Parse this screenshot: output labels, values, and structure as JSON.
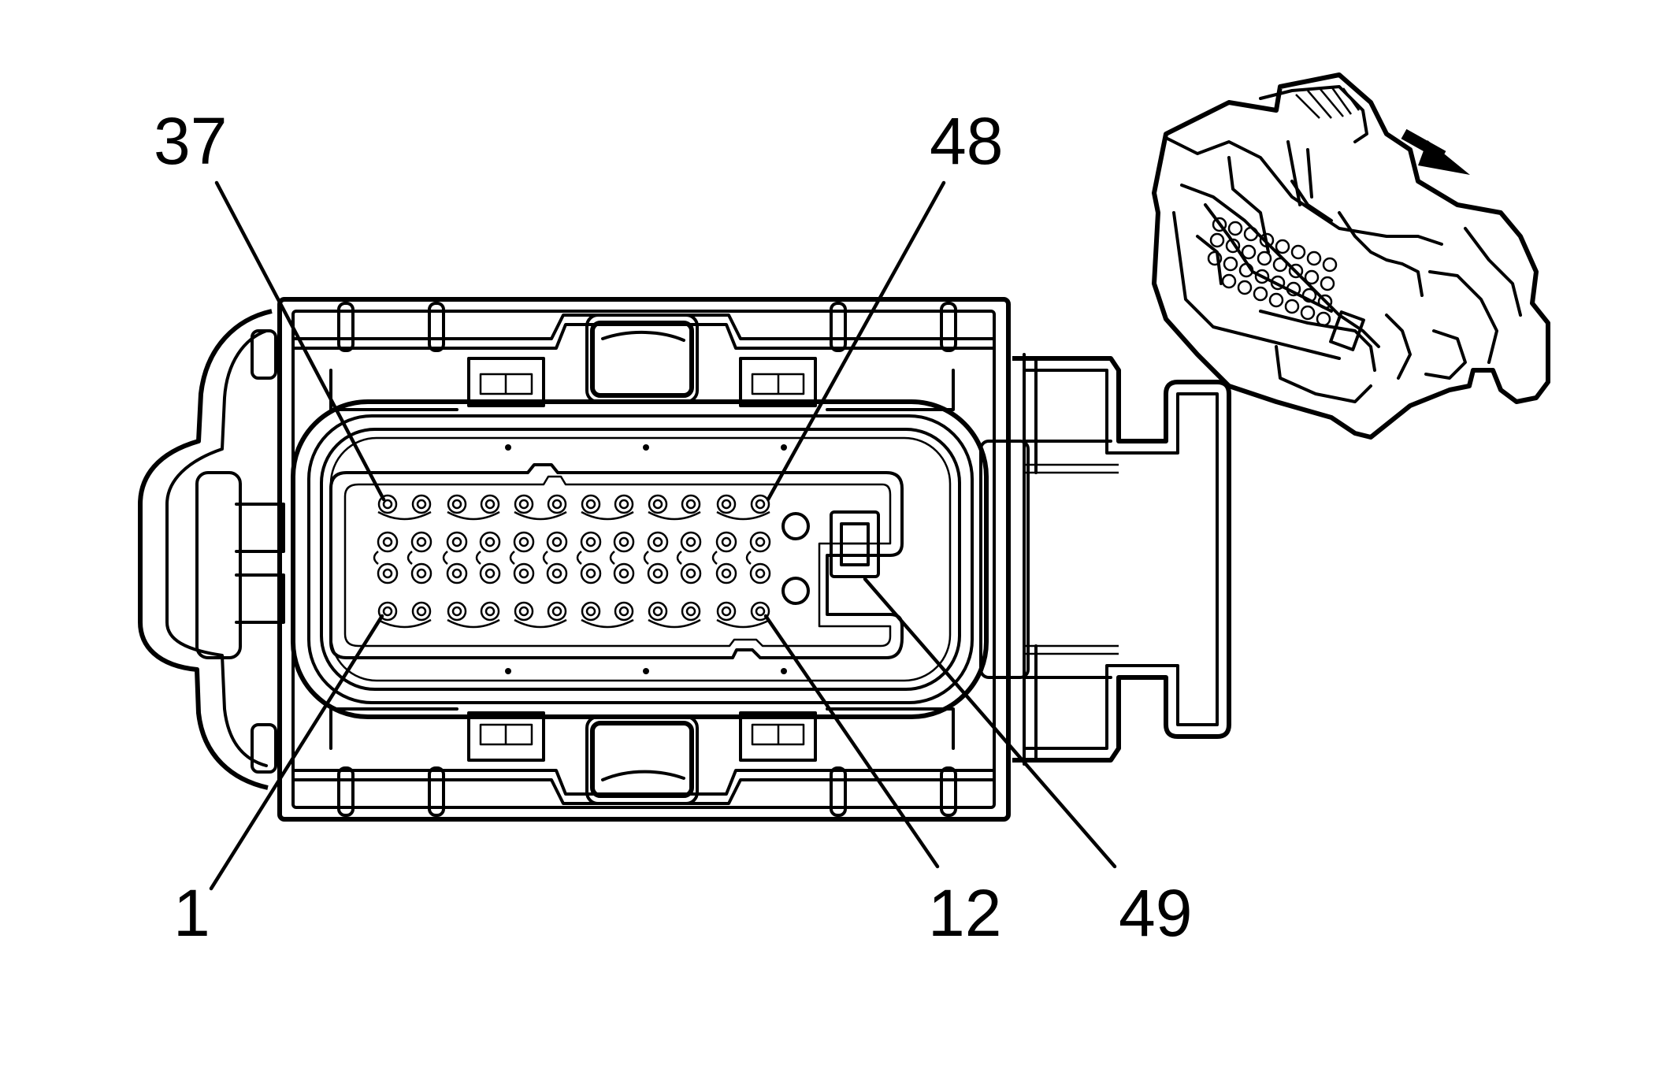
{
  "callouts": {
    "pin_37": "37",
    "pin_48": "48",
    "pin_1": "1",
    "pin_12": "12",
    "pin_49": "49"
  },
  "icons": {
    "connector_face": "connector-face-view",
    "connector_iso": "connector-isometric-view",
    "direction_arrow": "arrow-icon"
  },
  "colors": {
    "line": "#000000",
    "background": "#ffffff"
  }
}
